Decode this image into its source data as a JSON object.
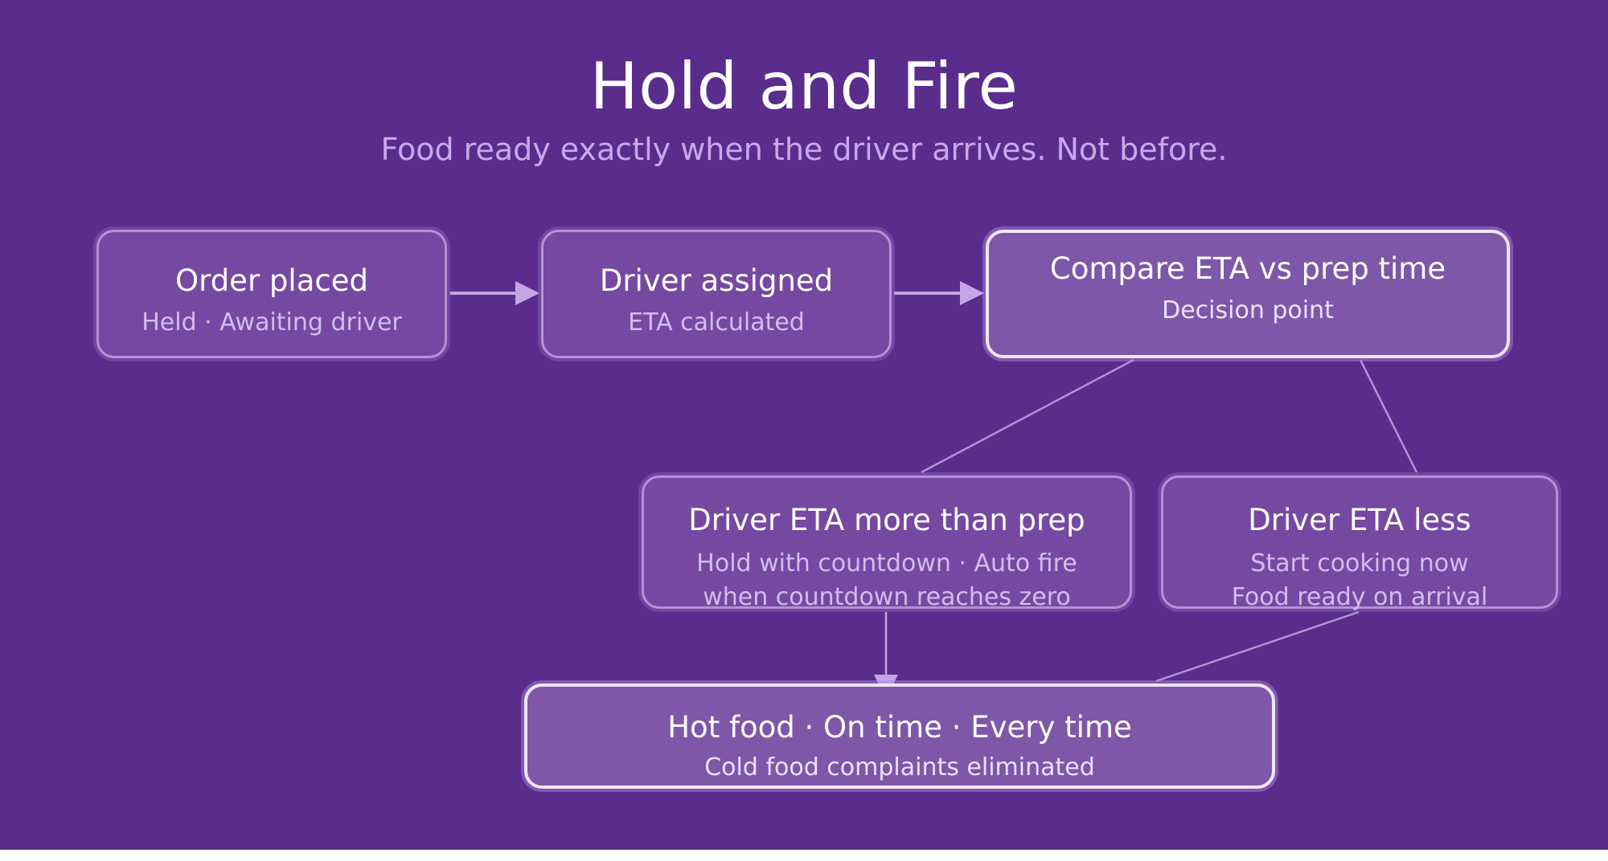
{
  "title": "Hold and Fire",
  "subtitle": "Food ready exactly when the driver arrives. Not before.",
  "nodes": {
    "order": {
      "title": "Order placed",
      "sub": "Held · Awaiting driver"
    },
    "driver": {
      "title": "Driver assigned",
      "sub": "ETA calculated"
    },
    "compare": {
      "title": "Compare ETA vs prep time",
      "sub": "Decision point"
    },
    "more": {
      "title": "Driver ETA more than prep",
      "sub1": "Hold with countdown · Auto fire",
      "sub2": "when countdown reaches zero"
    },
    "less": {
      "title": "Driver ETA less",
      "sub1": "Start cooking now",
      "sub2": "Food ready on arrival"
    },
    "result": {
      "title": "Hot food · On time · Every time",
      "sub": "Cold food complaints eliminated"
    }
  },
  "colors": {
    "background": "#5a2d8c",
    "node_fill": "#7549a1",
    "node_border": "#b393d6",
    "highlight_border": "#eee6f8",
    "connector": "#c4a6e6",
    "subtitle": "#c9a8ec"
  }
}
